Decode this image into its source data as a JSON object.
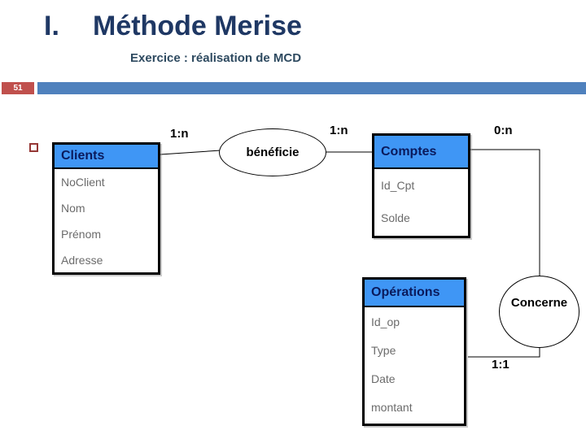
{
  "slide": {
    "number": "51",
    "title_prefix": "I.",
    "title": "Méthode Merise",
    "subtitle": "Exercice : réalisation de MCD"
  },
  "colors": {
    "title_text": "#1F3864",
    "subtitle_text": "#2E4A60",
    "header_bar": "#4F81BD",
    "page_number_bg": "#C0504D",
    "bullet_border": "#953735",
    "entity_header_bg": "#3F96F5",
    "entity_header_text": "#0A1A5C",
    "entity_attribute_text": "#6B6B6B",
    "line_color": "#000000"
  },
  "diagram": {
    "entities": [
      {
        "name": "Clients",
        "attributes": [
          "NoClient",
          "Nom",
          "Prénom",
          "Adresse"
        ]
      },
      {
        "name": "Comptes",
        "attributes": [
          "Id_Cpt",
          "Solde"
        ]
      },
      {
        "name": "Opérations",
        "attributes": [
          "Id_op",
          "Type",
          "Date",
          "montant"
        ]
      }
    ],
    "relations": [
      {
        "name": "bénéficie"
      },
      {
        "name": "Concerne"
      }
    ],
    "cardinalities": {
      "clients_beneficie": "1:n",
      "beneficie_comptes": "1:n",
      "comptes_concerne": "0:n",
      "operations_concerne": "1:1"
    }
  }
}
